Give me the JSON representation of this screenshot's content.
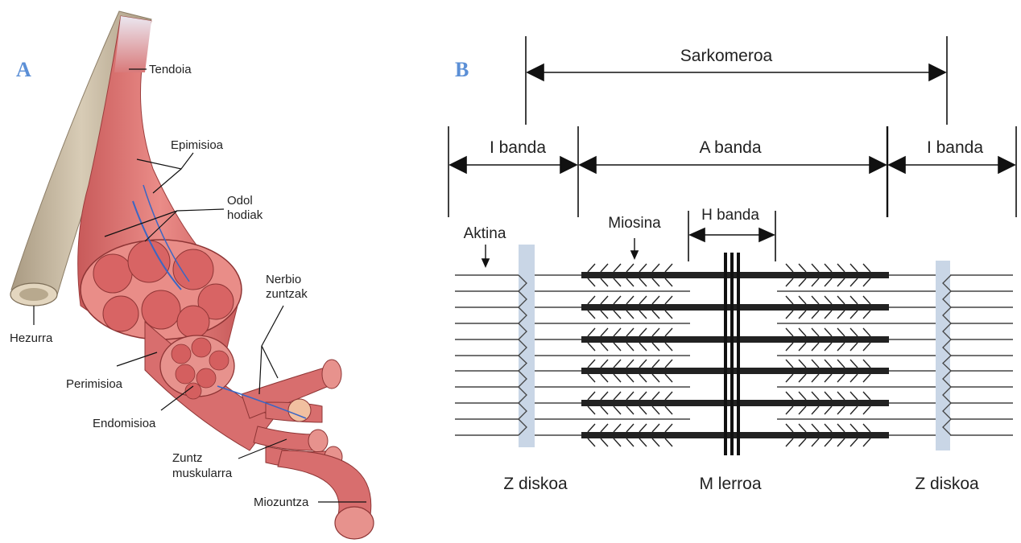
{
  "colors": {
    "panel_letter": "#5b8fd6",
    "muscle": "#d96b6b",
    "muscle_dark": "#b84a4a",
    "muscle_light": "#f0a3a0",
    "bone": "#c9bba3",
    "tendon": "#e6e0ea",
    "vessel": "#3a66c4",
    "zdisk": "#c9d6e6",
    "myosin": "#222222",
    "actin": "#444444"
  },
  "panel_a": {
    "letter": "A",
    "labels": {
      "tendon": "Tendoia",
      "epimysium": "Epimisioa",
      "blood_vessels_1": "Odol",
      "blood_vessels_2": "hodiak",
      "nerve_fibers_1": "Nerbio",
      "nerve_fibers_2": "zuntzak",
      "bone": "Hezurra",
      "perimysium": "Perimisioa",
      "endomysium": "Endomisioa",
      "muscle_fiber_1": "Zuntz",
      "muscle_fiber_2": "muskularra",
      "myofiber": "Miozuntza"
    }
  },
  "panel_b": {
    "letter": "B",
    "labels": {
      "sarcomere": "Sarkomeroa",
      "i_band_left": "I banda",
      "a_band": "A banda",
      "i_band_right": "I banda",
      "h_band": "H banda",
      "actin": "Aktina",
      "myosin": "Miosina",
      "z_disk_left": "Z diskoa",
      "m_line": "M lerroa",
      "z_disk_right": "Z diskoa"
    }
  }
}
